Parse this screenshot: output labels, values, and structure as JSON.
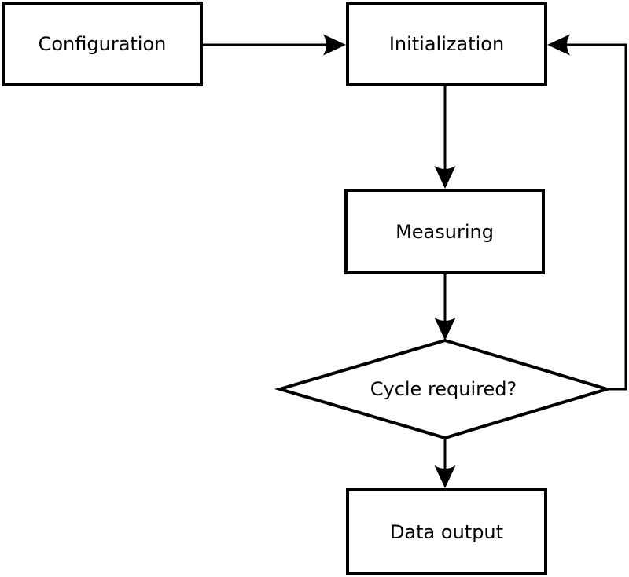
{
  "diagram": {
    "type": "flowchart",
    "colors": {
      "background": "#ffffff",
      "stroke": "#000000",
      "node_fill": "#ffffff",
      "text": "#000000"
    },
    "nodes": [
      {
        "id": "configuration",
        "shape": "rectangle",
        "label": "Configuration"
      },
      {
        "id": "initialization",
        "shape": "rectangle",
        "label": "Initialization"
      },
      {
        "id": "measuring",
        "shape": "rectangle",
        "label": "Measuring"
      },
      {
        "id": "cycle-required",
        "shape": "diamond",
        "label": "Cycle required?"
      },
      {
        "id": "data-output",
        "shape": "rectangle",
        "label": "Data output"
      }
    ],
    "edges": [
      {
        "from": "configuration",
        "to": "initialization",
        "direction": "right"
      },
      {
        "from": "initialization",
        "to": "measuring",
        "direction": "down"
      },
      {
        "from": "measuring",
        "to": "cycle-required",
        "direction": "down"
      },
      {
        "from": "cycle-required",
        "to": "data-output",
        "direction": "down"
      },
      {
        "from": "cycle-required",
        "to": "initialization",
        "direction": "right-then-up",
        "note": "feedback loop"
      }
    ]
  }
}
